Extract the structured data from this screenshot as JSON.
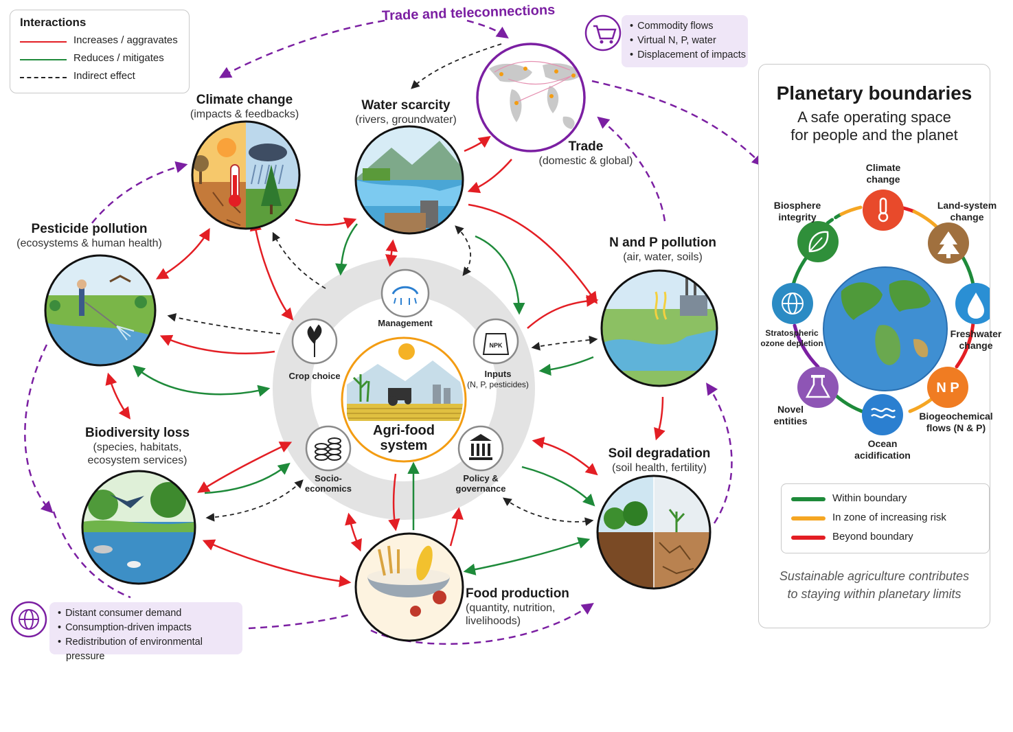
{
  "legend": {
    "title": "Interactions",
    "items": [
      {
        "label": "Increases / aggravates",
        "color": "#e31e24",
        "style": "solid"
      },
      {
        "label": "Reduces / mitigates",
        "color": "#1e8a3a",
        "style": "solid"
      },
      {
        "label": "Indirect effect",
        "color": "#222222",
        "style": "dashed"
      }
    ]
  },
  "trade_teleconnections": {
    "title": "Trade and teleconnections",
    "top_box": [
      "Commodity flows",
      "Virtual N, P, water",
      "Displacement of impacts"
    ],
    "bottom_box": [
      "Distant consumer demand",
      "Consumption-driven impacts",
      "Redistribution of environmental pressure"
    ]
  },
  "nodes": {
    "climate_change": {
      "title": "Climate change",
      "subtitle": "(impacts & feedbacks)"
    },
    "water_scarcity": {
      "title": "Water scarcity",
      "subtitle": "(rivers, groundwater)"
    },
    "trade": {
      "title": "Trade",
      "subtitle": "(domestic & global)"
    },
    "pesticide_pollution": {
      "title": "Pesticide pollution",
      "subtitle": "(ecosystems & human health)"
    },
    "np_pollution": {
      "title": "N and P pollution",
      "subtitle": "(air, water, soils)"
    },
    "biodiversity_loss": {
      "title": "Biodiversity loss",
      "subtitle_lines": [
        "(species, habitats,",
        "ecosystem services)"
      ]
    },
    "soil_degradation": {
      "title": "Soil degradation",
      "subtitle": "(soil health, fertility)"
    },
    "food_production": {
      "title": "Food production",
      "subtitle_lines": [
        "(quantity, nutrition,",
        "livelihoods)"
      ]
    }
  },
  "agri_food": {
    "center_lines": [
      "Agri-food",
      "system"
    ],
    "management": "Management",
    "crop_choice": "Crop choice",
    "inputs": "Inputs",
    "inputs_sub": "(N, P, pesticides)",
    "npk": "NPK",
    "socio_lines": [
      "Socio-",
      "economics"
    ],
    "policy_lines": [
      "Policy &",
      "governance"
    ]
  },
  "planetary_boundaries": {
    "title": "Planetary boundaries",
    "subtitle_lines": [
      "A safe operating space",
      "for people and the planet"
    ],
    "boundaries": [
      {
        "lines": [
          "Climate",
          "change"
        ],
        "color": "#e84a2b",
        "icon": "thermometer-icon"
      },
      {
        "lines": [
          "Land-system",
          "change"
        ],
        "color": "#a0703e",
        "icon": "tree-icon"
      },
      {
        "lines": [
          "Freshwater",
          "change"
        ],
        "color": "#2a8fd4",
        "icon": "water-drop-icon"
      },
      {
        "lines": [
          "Biogeochemical",
          "flows (N & P)"
        ],
        "color": "#f07c22",
        "icon": "np-icon",
        "icon_text": "N P"
      },
      {
        "lines": [
          "Ocean",
          "acidification"
        ],
        "color": "#2b7fd0",
        "icon": "wave-icon"
      },
      {
        "lines": [
          "Novel",
          "entities"
        ],
        "color": "#8e55b5",
        "icon": "flask-icon"
      },
      {
        "lines": [
          "Stratospheric",
          "ozone depletion"
        ],
        "color": "#2b8bc4",
        "icon": "globe-grid-icon"
      },
      {
        "lines": [
          "Biosphere",
          "integrity"
        ],
        "color": "#2f8f3a",
        "icon": "leaf-icon"
      }
    ],
    "legend": [
      {
        "label": "Within boundary",
        "color": "#1e8a3a"
      },
      {
        "label": "In zone of increasing risk",
        "color": "#f5a623"
      },
      {
        "label": "Beyond boundary",
        "color": "#e31e24"
      }
    ],
    "footer_lines": [
      "Sustainable agriculture contributes",
      "to staying within planetary limits"
    ]
  }
}
